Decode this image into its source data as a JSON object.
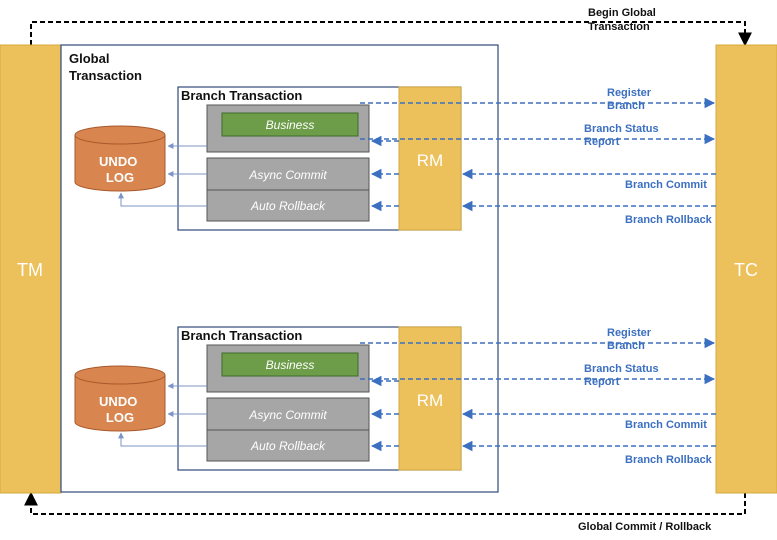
{
  "title_begin": [
    "Begin Global",
    "Transaction"
  ],
  "title_end": "Global Commit / Rollback",
  "tm_label": "TM",
  "tc_label": "TC",
  "global_label": [
    "Global",
    "Transaction"
  ],
  "branch_label": "Branch Transaction",
  "undo_label": [
    "UNDO",
    "LOG"
  ],
  "rm_label": "RM",
  "business_label": "Business",
  "async_label": "Async Commit",
  "rollback_label": "Auto Rollback",
  "arrows": {
    "register": [
      "Register",
      "Branch"
    ],
    "status": [
      "Branch Status",
      "Report"
    ],
    "commit": "Branch Commit",
    "rollback": "Branch Rollback"
  },
  "colors": {
    "yellow": "#ecc05a",
    "orange": "#d88550",
    "green": "#6e9d49",
    "gray": "#a6a6a6",
    "blue": "#3b6fc0",
    "navy": "#2f4a7a"
  }
}
